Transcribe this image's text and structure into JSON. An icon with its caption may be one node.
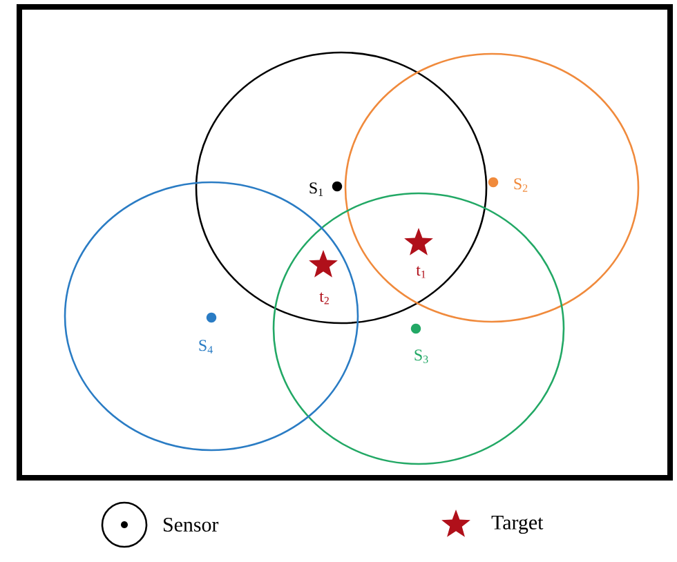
{
  "diagram": {
    "labels": [
      "S$_{1}$",
      "S$_{2}$",
      "t$_{1}$",
      "t$_{2}$",
      "S$_{4}$",
      "S$_{3}$"
    ],
    "legend": [
      {
        "text": "Sensor"
      },
      {
        "text": "Target"
      }
    ]
  }
}
